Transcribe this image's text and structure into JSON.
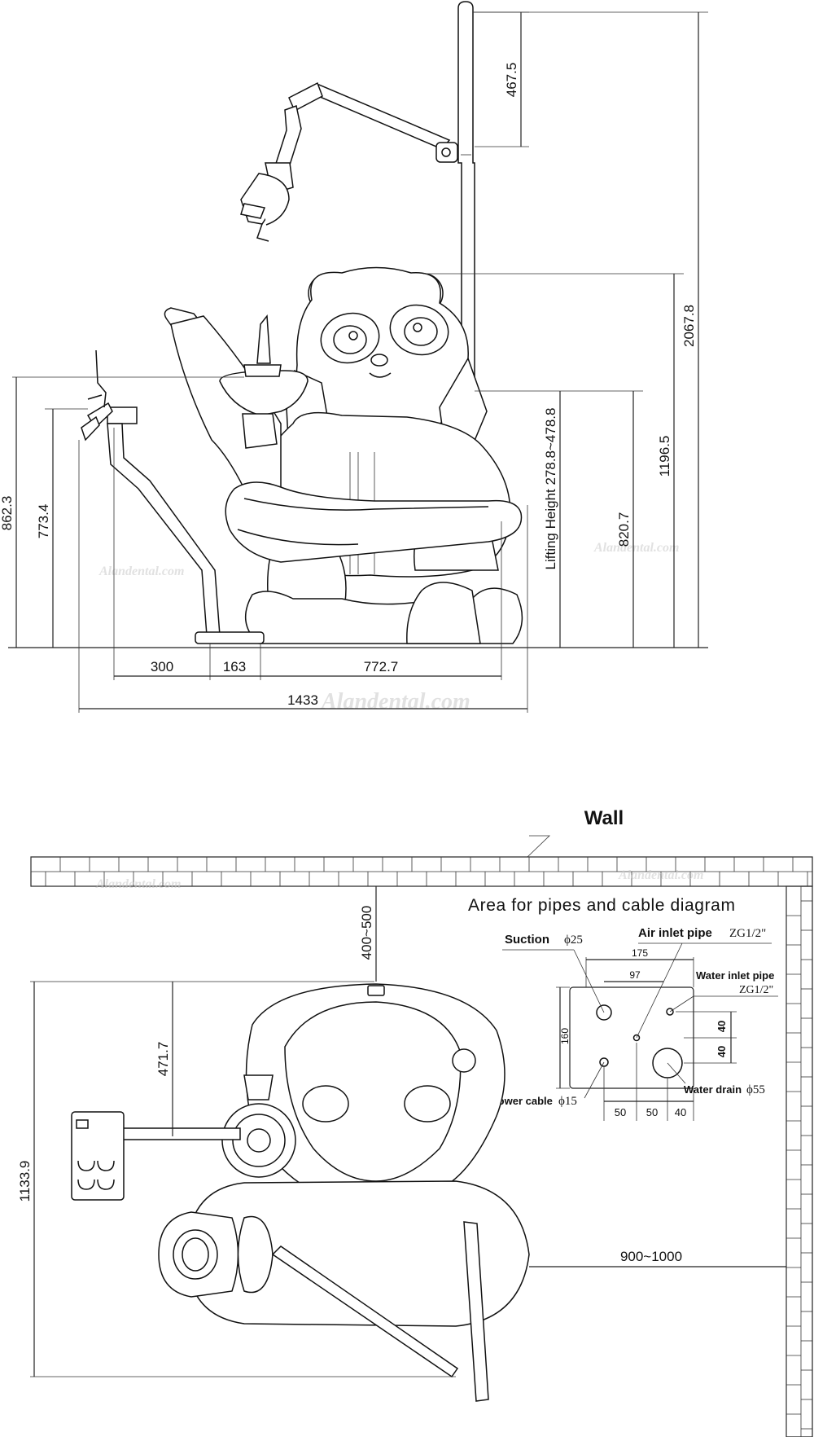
{
  "side_view": {
    "dims": {
      "height_top": "467.5",
      "overall_height": "2067.8",
      "light_height": "1196.5",
      "seat_height": "820.7",
      "lifting_height": "Lifting Height 278.8~478.8",
      "tray_height": "862.3",
      "arm_height": "773.4",
      "w300": "300",
      "w163": "163",
      "w772": "772.7",
      "total_length": "1433"
    }
  },
  "top_view": {
    "wall_label": "Wall",
    "diagram_title": "Area for pipes and cable diagram",
    "dims": {
      "wall_gap": "400~500",
      "depth": "471.7",
      "overall_width": "1133.9",
      "side_clearance": "900~1000"
    },
    "pipes": {
      "suction": "Suction",
      "suction_size": "ϕ25",
      "air_inlet": "Air inlet pipe",
      "air_inlet_size": "ZG1/2\"",
      "water_inlet": "Water inlet pipe",
      "water_inlet_size": "ZG1/2\"",
      "water_drain": "Water drain",
      "water_drain_size": "ϕ55",
      "power_cable": "Power cable",
      "power_cable_size": "ϕ15",
      "d175": "175",
      "d97": "97",
      "d160": "160",
      "d40a": "40",
      "d40b": "40",
      "d50a": "50",
      "d50b": "50",
      "d40c": "40"
    }
  },
  "watermark": "Alandental.com",
  "colors": {
    "line": "#222222",
    "watermark": "#c9c9c9",
    "background": "#ffffff"
  }
}
